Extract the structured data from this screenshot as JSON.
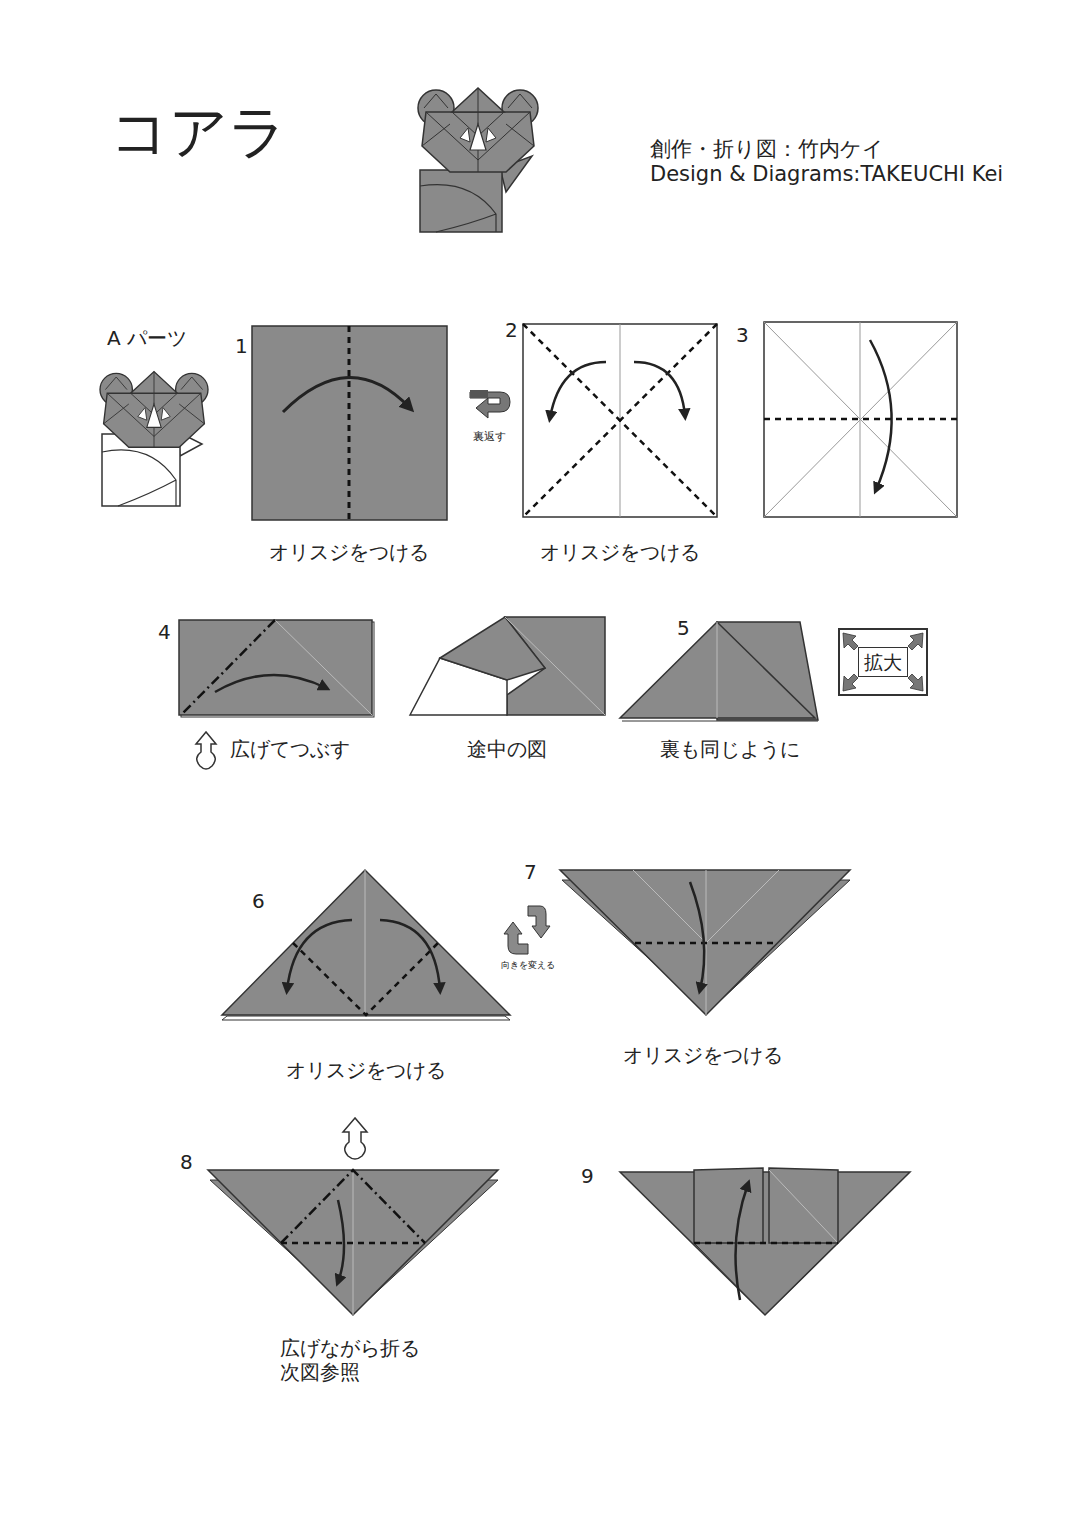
{
  "diagram": {
    "title": "コアラ",
    "nodes": [
      {
        "text": [
          "拡大"
        ]
      }
    ],
    "labels": [
      "創作・折り図：竹内ケイ",
      "Design & Diagrams:TAKEUCHI Kei",
      "A パーツ",
      "1",
      "オリスジをつける",
      "裏返す",
      "2",
      "オリスジをつける",
      "3",
      "4",
      "広げてつぶす",
      "途中の図",
      "5",
      "裏も同じように",
      "6",
      "オリスジをつける",
      "向きを変える",
      "7",
      "オリスジをつける",
      "8",
      "広げながら折る 次図参照",
      "9"
    ]
  }
}
